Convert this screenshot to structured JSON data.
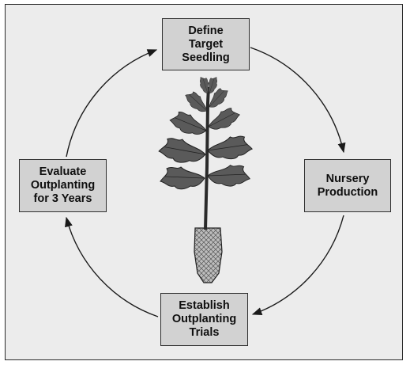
{
  "steps": [
    {
      "id": "define",
      "label": "Define\nTarget\nSeedling"
    },
    {
      "id": "nursery",
      "label": "Nursery\nProduction"
    },
    {
      "id": "establish",
      "label": "Establish\nOutplanting\nTrials"
    },
    {
      "id": "evaluate",
      "label": "Evaluate\nOutplanting\nfor 3 Years"
    }
  ],
  "colors": {
    "background": "#ececec",
    "box_fill": "#d2d2d2",
    "stroke": "#1a1a1a"
  },
  "illustration": "seedling-with-root-plug"
}
